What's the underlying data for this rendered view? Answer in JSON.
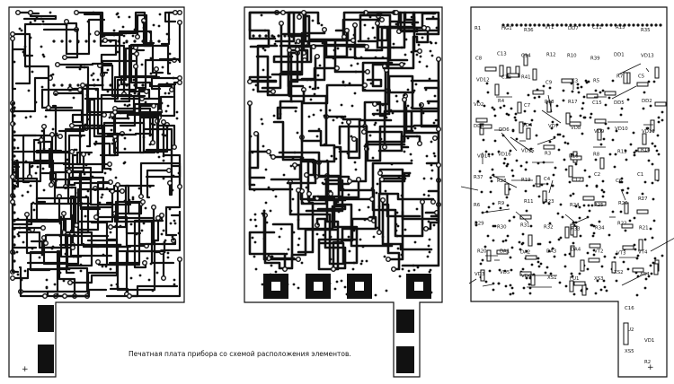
{
  "caption": "Печатная плата прибора со схемой расположения элементов.",
  "boards": {
    "left": {
      "plus_sign": "+"
    },
    "middle": {
      "pad_count": 4
    },
    "right": {
      "labels": [
        "R1",
        "HG1",
        "R36",
        "VT1",
        "DD7",
        "C11",
        "R15",
        "R35",
        "C8",
        "C13",
        "C14",
        "R12",
        "R10",
        "R39",
        "DD1",
        "VD13",
        "VD12",
        "C10",
        "R41",
        "C9",
        "C3",
        "R5",
        "R7",
        "C5",
        "VD2",
        "R4",
        "C7",
        "R18",
        "R17",
        "C15",
        "DD5",
        "DD2",
        "DD4",
        "DD6",
        "VD4",
        "VD7",
        "VD8",
        "VD9",
        "VD10",
        "VD11",
        "VD14",
        "VD16",
        "VD15",
        "R3",
        "R16",
        "R8",
        "R13",
        "R14",
        "R37",
        "R28",
        "R19",
        "C4",
        "C12",
        "C2",
        "C6",
        "C1",
        "R6",
        "R9",
        "R11",
        "R23",
        "R24",
        "R25",
        "R26",
        "R27",
        "R29",
        "R30",
        "R31",
        "R32",
        "R33",
        "R34",
        "R22",
        "R21",
        "R20",
        "DA1",
        "DA2",
        "DA3",
        "DA4",
        "VT2",
        "VT3",
        "VT4",
        "VD3",
        "VD5",
        "VD6",
        "XS1",
        "FU1",
        "XS3",
        "XS2",
        "XS4",
        "FU2",
        "VD1",
        "XS5",
        "R2",
        "C16"
      ],
      "plus_sign": "+"
    }
  }
}
